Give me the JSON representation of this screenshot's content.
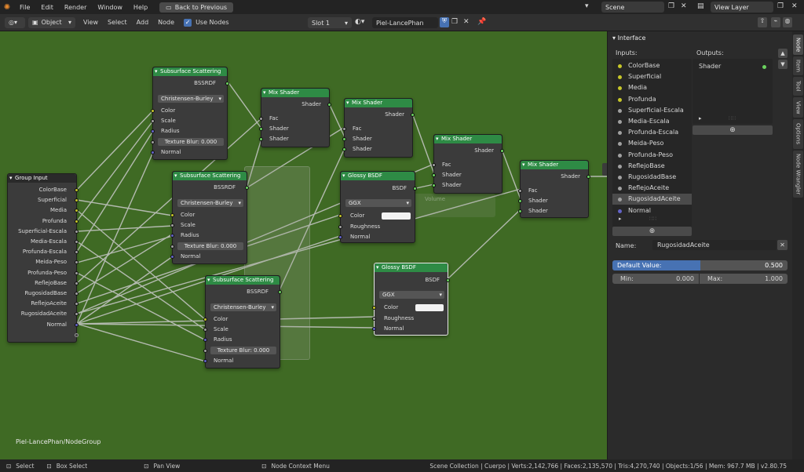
{
  "topbar": {
    "menu": [
      "File",
      "Edit",
      "Render",
      "Window",
      "Help"
    ],
    "back_button": "Back to Previous",
    "scene": "Scene",
    "view_layer": "View Layer"
  },
  "header": {
    "mode": "Object",
    "menus": [
      "View",
      "Select",
      "Add",
      "Node"
    ],
    "use_nodes": "Use Nodes",
    "slot": "Slot 1",
    "material": "Piel-LancePhan"
  },
  "group_input": {
    "title": "Group Input",
    "outputs": [
      "ColorBase",
      "Superficial",
      "Media",
      "Profunda",
      "Superficial-Escala",
      "Media-Escala",
      "Profunda-Escala",
      "Meida-Peso",
      "Profunda-Peso",
      "ReflejoBase",
      "RugosidadBase",
      "ReflejoAceite",
      "RugosidadAceite",
      "Normal"
    ]
  },
  "sss": {
    "title": "Subsurface Scattering",
    "out": "BSSRDF",
    "method": "Christensen-Burley",
    "inputs": [
      "Color",
      "Scale",
      "Radius"
    ],
    "blur_label": "Texture Blur:",
    "blur_value": "0.000",
    "normal": "Normal"
  },
  "mix": {
    "title": "Mix Shader",
    "out": "Shader",
    "fac": "Fac",
    "in": "Shader"
  },
  "glossy": {
    "title": "Glossy BSDF",
    "out": "BSDF",
    "dist": "GGX",
    "color": "Color",
    "roughness": "Roughness",
    "normal": "Normal"
  },
  "canvas": {
    "path": "Piel-LancePhan/NodeGroup",
    "ghost_label": "Volume"
  },
  "sidebar": {
    "panel": "Interface",
    "inputs_label": "Inputs:",
    "outputs_label": "Outputs:",
    "inputs": [
      {
        "name": "ColorBase",
        "color": "#c7c729"
      },
      {
        "name": "Superficial",
        "color": "#c7c729"
      },
      {
        "name": "Media",
        "color": "#c7c729"
      },
      {
        "name": "Profunda",
        "color": "#c7c729"
      },
      {
        "name": "Superficial-Escala",
        "color": "#a1a1a1"
      },
      {
        "name": "Media-Escala",
        "color": "#a1a1a1"
      },
      {
        "name": "Profunda-Escala",
        "color": "#a1a1a1"
      },
      {
        "name": "Meida-Peso",
        "color": "#a1a1a1"
      },
      {
        "name": "Profunda-Peso",
        "color": "#a1a1a1"
      },
      {
        "name": "ReflejoBase",
        "color": "#a1a1a1"
      },
      {
        "name": "RugosidadBase",
        "color": "#a1a1a1"
      },
      {
        "name": "ReflejoAceite",
        "color": "#a1a1a1"
      },
      {
        "name": "RugosidadAceite",
        "color": "#a1a1a1"
      },
      {
        "name": "Normal",
        "color": "#6363c7"
      }
    ],
    "selected_input": 12,
    "outputs": [
      {
        "name": "Shader",
        "color": "#6bd35f"
      }
    ],
    "name_label": "Name:",
    "name_value": "RugosidadAceite",
    "default_label": "Default Value:",
    "default_value": "0.500",
    "default_fraction": 0.5,
    "min_label": "Min:",
    "min_value": "0.000",
    "max_label": "Max:",
    "max_value": "1.000",
    "tabs": [
      "Node",
      "Item",
      "Tool",
      "View",
      "Options",
      "Node Wrangler"
    ]
  },
  "status": {
    "select": "Select",
    "box_select": "Box Select",
    "pan_view": "Pan View",
    "context_menu": "Node Context Menu",
    "stats": "Scene Collection | Cuerpo | Verts:2,142,766 | Faces:2,135,570 | Tris:4,270,740 | Objects:1/56 | Mem: 967.7 MB | v2.80.75"
  }
}
